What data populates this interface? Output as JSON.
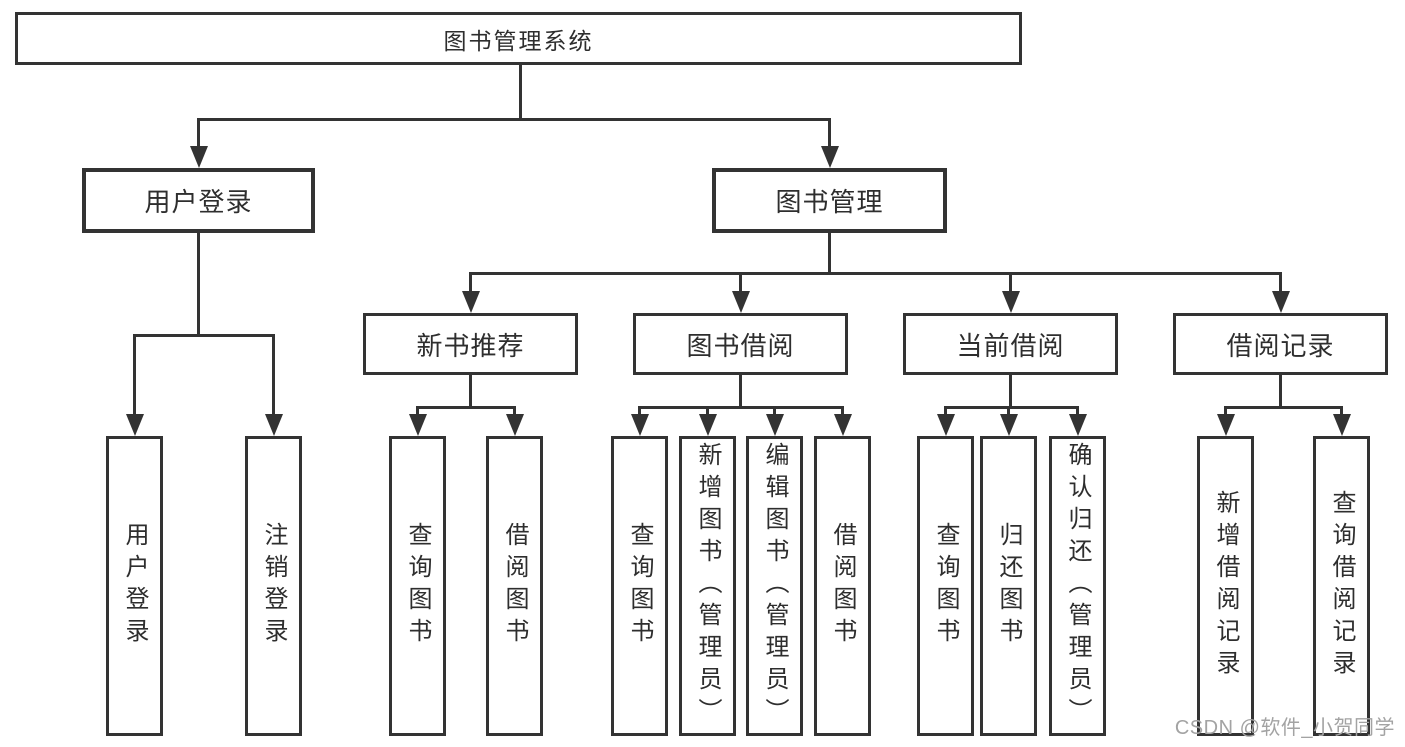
{
  "labels": {
    "root": "图书管理系统",
    "user_login": "用户登录",
    "book_management": "图书管理",
    "new_book_recommend": "新书推荐",
    "book_borrow": "图书借阅",
    "current_borrow": "当前借阅",
    "borrow_record": "借阅记录",
    "leaf_user_login": "用户登录",
    "leaf_logout": "注销登录",
    "leaf_recommend_query": "查询图书",
    "leaf_recommend_borrow": "借阅图书",
    "leaf_borrow_query": "查询图书",
    "leaf_borrow_add": "新增图书（管理员）",
    "leaf_borrow_edit": "编辑图书（管理员）",
    "leaf_borrow_lend": "借阅图书",
    "leaf_current_query": "查询图书",
    "leaf_current_return": "归还图书",
    "leaf_current_confirm": "确认归还（管理员）",
    "leaf_record_add": "新增借阅记录",
    "leaf_record_query": "查询借阅记录"
  },
  "watermark": "CSDN @软件_小贺同学",
  "hierarchy": {
    "root": "图书管理系统",
    "children": [
      {
        "label": "用户登录",
        "children": [
          "用户登录",
          "注销登录"
        ]
      },
      {
        "label": "图书管理",
        "children": [
          {
            "label": "新书推荐",
            "children": [
              "查询图书",
              "借阅图书"
            ]
          },
          {
            "label": "图书借阅",
            "children": [
              "查询图书",
              "新增图书（管理员）",
              "编辑图书（管理员）",
              "借阅图书"
            ]
          },
          {
            "label": "当前借阅",
            "children": [
              "查询图书",
              "归还图书",
              "确认归还（管理员）"
            ]
          },
          {
            "label": "借阅记录",
            "children": [
              "新增借阅记录",
              "查询借阅记录"
            ]
          }
        ]
      }
    ]
  },
  "colors": {
    "line": "#333333",
    "text": "#2e2e2e",
    "watermark": "#a3a3a3",
    "background": "#ffffff"
  }
}
